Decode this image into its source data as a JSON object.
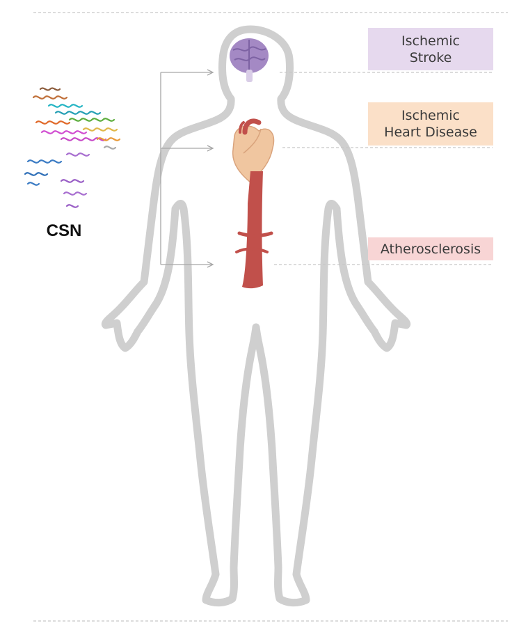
{
  "diagram": {
    "protein_label": "CSN",
    "conditions": [
      {
        "id": "stroke",
        "label": "Ischemic\nStroke",
        "color": "#e6d9ee",
        "organ": "brain"
      },
      {
        "id": "heart",
        "label": "Ischemic\nHeart Disease",
        "color": "#fbe0c8",
        "organ": "heart"
      },
      {
        "id": "athero",
        "label": "Atherosclerosis",
        "color": "#f8d5d5",
        "organ": "artery"
      }
    ],
    "colors": {
      "body_outline": "#cfcfcf",
      "brain": "#a489c4",
      "heart": "#f0c6a0",
      "artery": "#c1504b",
      "arrow": "#a6a6a6",
      "dashed_rule": "#c8c8c8"
    }
  }
}
